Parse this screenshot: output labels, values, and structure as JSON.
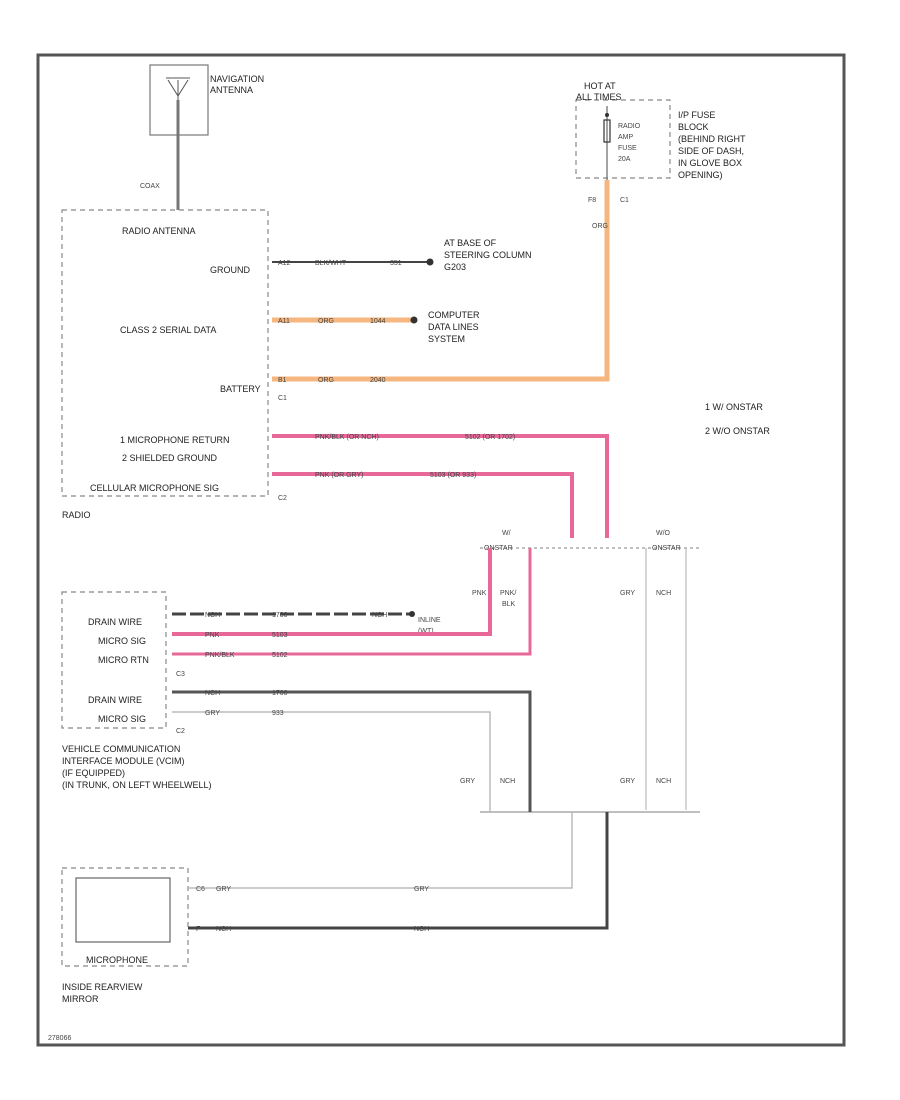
{
  "colors": {
    "orange": "#f5b77f",
    "pink": "#e8689a",
    "dark": "#444444",
    "gray": "#bbbbbb",
    "frame": "#555555"
  },
  "nav_antenna": {
    "label_1": "NAVIGATION",
    "label_2": "ANTENNA",
    "coax": "COAX"
  },
  "fuse_block": {
    "hot": "HOT AT",
    "all_times": "ALL TIMES",
    "fuse_1": "RADIO",
    "fuse_2": "AMP",
    "fuse_3": "FUSE",
    "fuse_4": "20A",
    "ip_1": "I/P FUSE",
    "ip_2": "BLOCK",
    "ip_3": "(BEHIND RIGHT",
    "ip_4": "SIDE OF DASH,",
    "ip_5": "IN GLOVE BOX",
    "ip_6": "OPENING)",
    "pin": "F8",
    "conn": "C1",
    "wire": "ORG"
  },
  "radio": {
    "box_title": "RADIO ANTENNA",
    "ground": "GROUND",
    "serial": "CLASS 2 SERIAL DATA",
    "battery": "BATTERY",
    "mic_return": "1  MICROPHONE RETURN",
    "shield": "2  SHIELDED GROUND",
    "cell_mic": "CELLULAR MICROPHONE SIG",
    "name": "RADIO",
    "c1": "C1",
    "c2": "C2"
  },
  "wires": {
    "ground_pin": "A12",
    "ground_color": "BLK/WHT",
    "ground_circuit": "351",
    "serial_pin": "A11",
    "serial_color": "ORG",
    "serial_circuit": "1044",
    "battery_pin": "B1",
    "battery_color": "ORG",
    "battery_circuit": "2040",
    "mic_ret": "PNK/BLK  (OR NCH)",
    "mic_ret_circ": "5102 (OR 1702)",
    "mic_sig": "PNK  (OR GRY)",
    "mic_sig_circ": "5103 (OR 933)"
  },
  "destinations": {
    "ground_1": "AT BASE OF",
    "ground_2": "STEERING COLUMN",
    "ground_3": "G203",
    "data_1": "COMPUTER",
    "data_2": "DATA LINES",
    "data_3": "SYSTEM"
  },
  "legend": {
    "item_1": "1  W/ ONSTAR",
    "item_2": "2  W/O ONSTAR"
  },
  "onstar": {
    "w_1": "W/",
    "w_2": "ONSTAR",
    "wo_1": "W/O",
    "wo_2": "ONSTAR",
    "pnk": "PNK",
    "pnk_blk_1": "PNK/",
    "pnk_blk_2": "BLK",
    "gry": "GRY",
    "nch": "NCH"
  },
  "vcim": {
    "drain_1": "DRAIN WIRE",
    "mic_sig": "MICRO SIG",
    "mic_rtn": "MICRO RTN",
    "drain_2": "DRAIN WIRE",
    "mic_sig_2": "MICRO SIG",
    "c3": "C3",
    "c2": "C2",
    "title_1": "VEHICLE COMMUNICATION",
    "title_2": "INTERFACE MODULE (VCIM)",
    "title_3": "(IF EQUIPPED)",
    "title_4": "(IN TRUNK, ON LEFT WHEELWELL)",
    "w_drain": "NCH",
    "w_drain_c": "1700",
    "w_sig": "PNK",
    "w_sig_c": "5103",
    "w_rtn": "PNK/BLK",
    "w_rtn_c": "5102",
    "w_d2": "NCH",
    "w_d2_c": "1700",
    "w_s2": "GRY",
    "w_s2_c": "933",
    "inline": "INLINE",
    "inline_2": "(WT)",
    "inline_nch": "NCH"
  },
  "mirror": {
    "pin_1": "C6",
    "pin_2": "F",
    "wire_1": "GRY",
    "wire_2": "NCH",
    "microphone": "MICROPHONE",
    "name_1": "INSIDE REARVIEW",
    "name_2": "MIRROR"
  },
  "footer": "278066"
}
